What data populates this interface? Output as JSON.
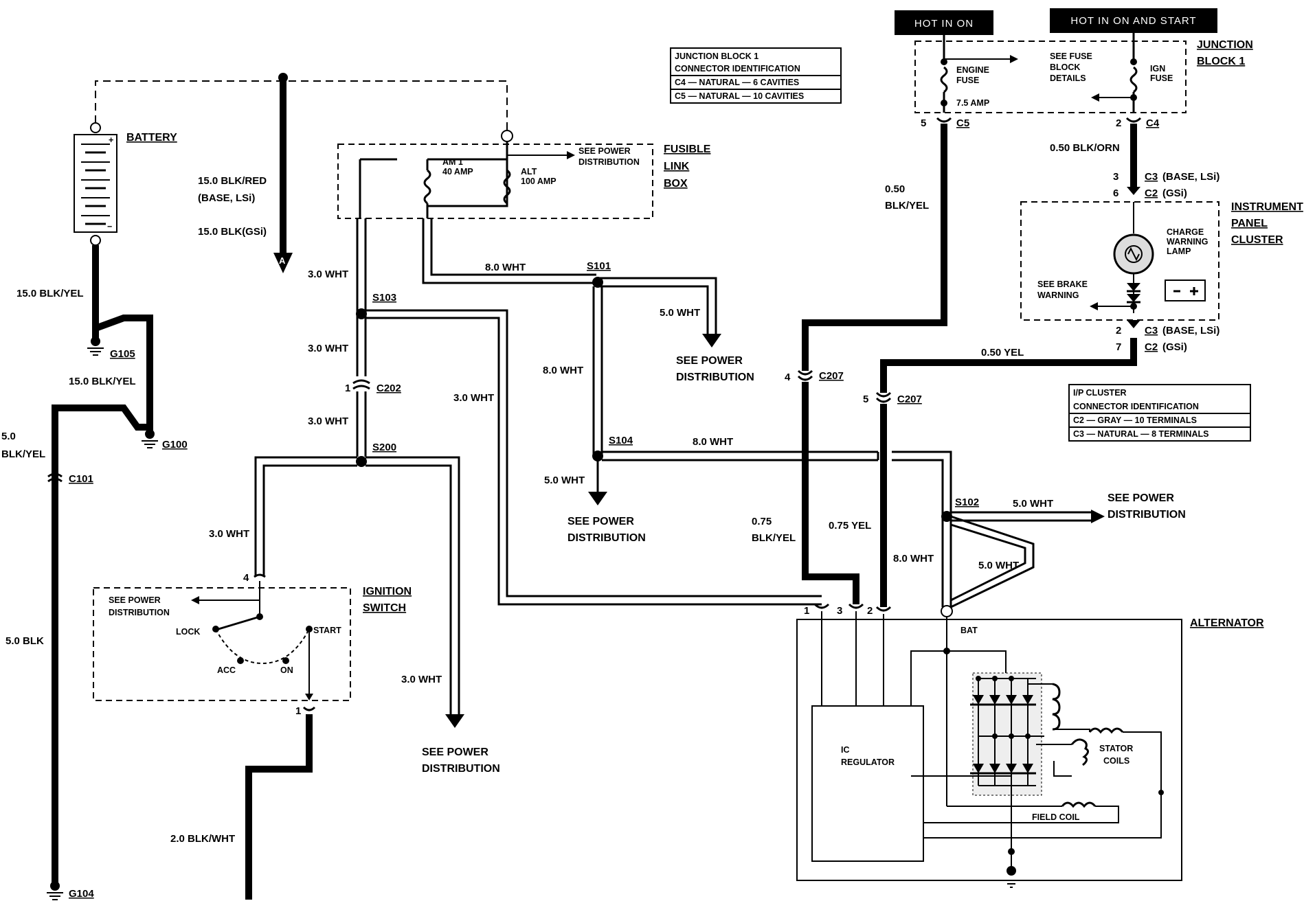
{
  "headers": {
    "hot_in_on": "HOT IN ON",
    "hot_in_on_and_start": "HOT IN ON AND START"
  },
  "components": {
    "battery": "BATTERY",
    "fusible_link_box": [
      "FUSIBLE",
      "LINK",
      "BOX"
    ],
    "junction_block": [
      "JUNCTION",
      "BLOCK 1"
    ],
    "instrument_panel_cluster": [
      "INSTRUMENT",
      "PANEL",
      "CLUSTER"
    ],
    "ignition_switch": [
      "IGNITION",
      "SWITCH"
    ],
    "alternator": "ALTERNATOR"
  },
  "jb1_connector_id": {
    "title": [
      "JUNCTION BLOCK 1",
      "CONNECTOR IDENTIFICATION"
    ],
    "rows": [
      "C4 — NATURAL — 6 CAVITIES",
      "C5 — NATURAL — 10 CAVITIES"
    ]
  },
  "ip_connector_id": {
    "title": [
      "I/P CLUSTER",
      "CONNECTOR IDENTIFICATION"
    ],
    "rows": [
      "C2 — GRAY — 10 TERMINALS",
      "C3 — NATURAL — 8 TERMINALS"
    ]
  },
  "fuses": {
    "am1": [
      "AM 1",
      "40 AMP"
    ],
    "alt": [
      "ALT",
      "100 AMP"
    ],
    "engine": [
      "ENGINE",
      "FUSE"
    ],
    "engine_amp": "7.5 AMP",
    "ign": [
      "IGN",
      "FUSE"
    ],
    "see_fuse_block": [
      "SEE FUSE",
      "BLOCK",
      "DETAILS"
    ]
  },
  "see_power_distribution_small": [
    "SEE POWER",
    "DISTRIBUTION"
  ],
  "see_power_distribution": [
    "SEE POWER",
    "DISTRIBUTION"
  ],
  "cluster": {
    "lamp": [
      "CHARGE",
      "WARNING",
      "LAMP"
    ],
    "brake": [
      "SEE BRAKE",
      "WARNING"
    ]
  },
  "ignition": {
    "lock": "LOCK",
    "acc": "ACC",
    "on": "ON",
    "start": "START"
  },
  "alternator_internal": {
    "bat": "BAT",
    "regulator": [
      "IC",
      "REGULATOR"
    ],
    "stator": [
      "STATOR",
      "COILS"
    ],
    "field": "FIELD COIL"
  },
  "splices": {
    "s101": "S101",
    "s102": "S102",
    "s103": "S103",
    "s104": "S104",
    "s200": "S200"
  },
  "grounds": {
    "g100": "G100",
    "g104": "G104",
    "g105": "G105"
  },
  "connectors": {
    "c101": "C101",
    "c202": "C202",
    "c207": "C207",
    "c4": "C4",
    "c5": "C5",
    "c3": "C3",
    "c2": "C2",
    "base_lsi": "(BASE, LSi)",
    "gsi": "(GSi)"
  },
  "pins": [
    "1",
    "2",
    "3",
    "4",
    "5",
    "6",
    "7"
  ],
  "wires": {
    "blk_red": "15.0 BLK/RED",
    "base_lsi": "(BASE, LSi)",
    "blk_gsi": "15.0 BLK(GSi)",
    "blk_yel_15": "15.0 BLK/YEL",
    "blk_yel_5": [
      "5.0",
      "BLK/YEL"
    ],
    "blk_5": "5.0 BLK",
    "wht_3": "3.0 WHT",
    "wht_5": "5.0 WHT",
    "wht_8": "8.0 WHT",
    "blk_wht": "2.0 BLK/WHT",
    "blk_yel_050": [
      "0.50",
      "BLK/YEL"
    ],
    "blk_orn": "0.50 BLK/ORN",
    "yel_050": "0.50 YEL",
    "blk_yel_075": [
      "0.75",
      "BLK/YEL"
    ],
    "yel_075": "0.75 YEL"
  },
  "marker_a": "A"
}
